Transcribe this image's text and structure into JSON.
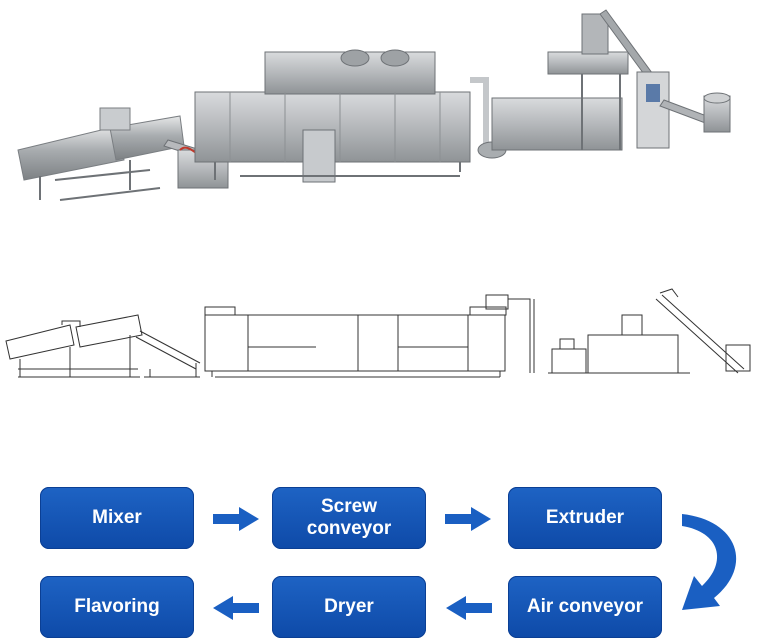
{
  "flow": {
    "mixer": "Mixer",
    "screw_conveyor_line1": "Screw",
    "screw_conveyor_line2": "conveyor",
    "extruder": "Extruder",
    "air_conveyor": "Air conveyor",
    "dryer": "Dryer",
    "flavoring": "Flavoring"
  },
  "colors": {
    "box_fill": "#1559be",
    "arrow": "#1a5fc2",
    "machine_steel": "#b9bcbf",
    "sketch_line": "#333333"
  }
}
